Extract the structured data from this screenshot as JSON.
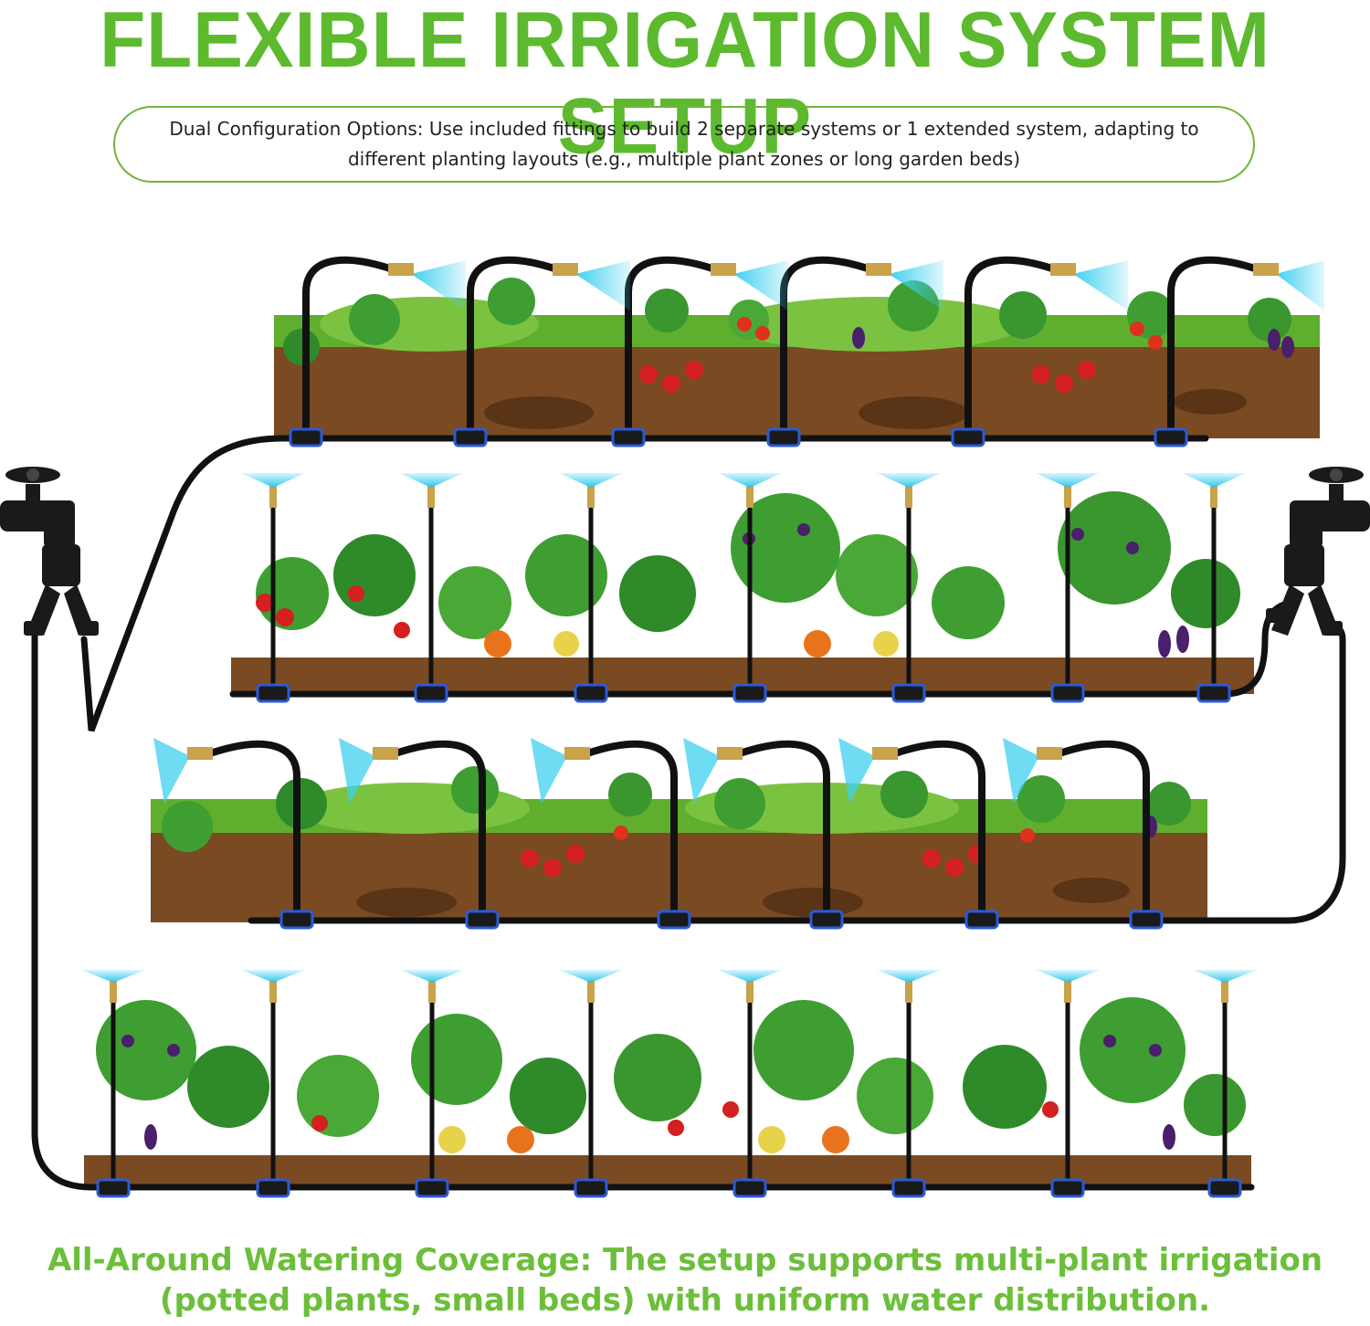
{
  "header": {
    "title": "FLEXIBLE IRRIGATION SYSTEM SETUP",
    "description": "Dual Configuration Options: Use included fittings to build 2 separate systems or 1 extended system, adapting to different planting layouts (e.g., multiple plant zones or long garden beds)"
  },
  "footer": {
    "caption_line1": "All-Around Watering Coverage: The setup supports multi-plant irrigation",
    "caption_line2": "(potted plants, small beds) with uniform water distribution."
  },
  "colors": {
    "title_green": "#5dba2f",
    "caption_green": "#6cbf3a",
    "pill_border": "#6fb33a",
    "hose": "#111111",
    "soil": "#7a4a22",
    "spray": "#3fd0f0",
    "grass": "#5fae2e",
    "nozzle_brass": "#c9a24a",
    "tee_blue": "#2a5bd8"
  },
  "icons": {
    "left_faucet": "faucet-icon",
    "right_faucet": "faucet-icon",
    "splitter": "y-splitter-icon",
    "nozzle": "mist-nozzle-icon",
    "tee": "tee-connector-icon"
  }
}
